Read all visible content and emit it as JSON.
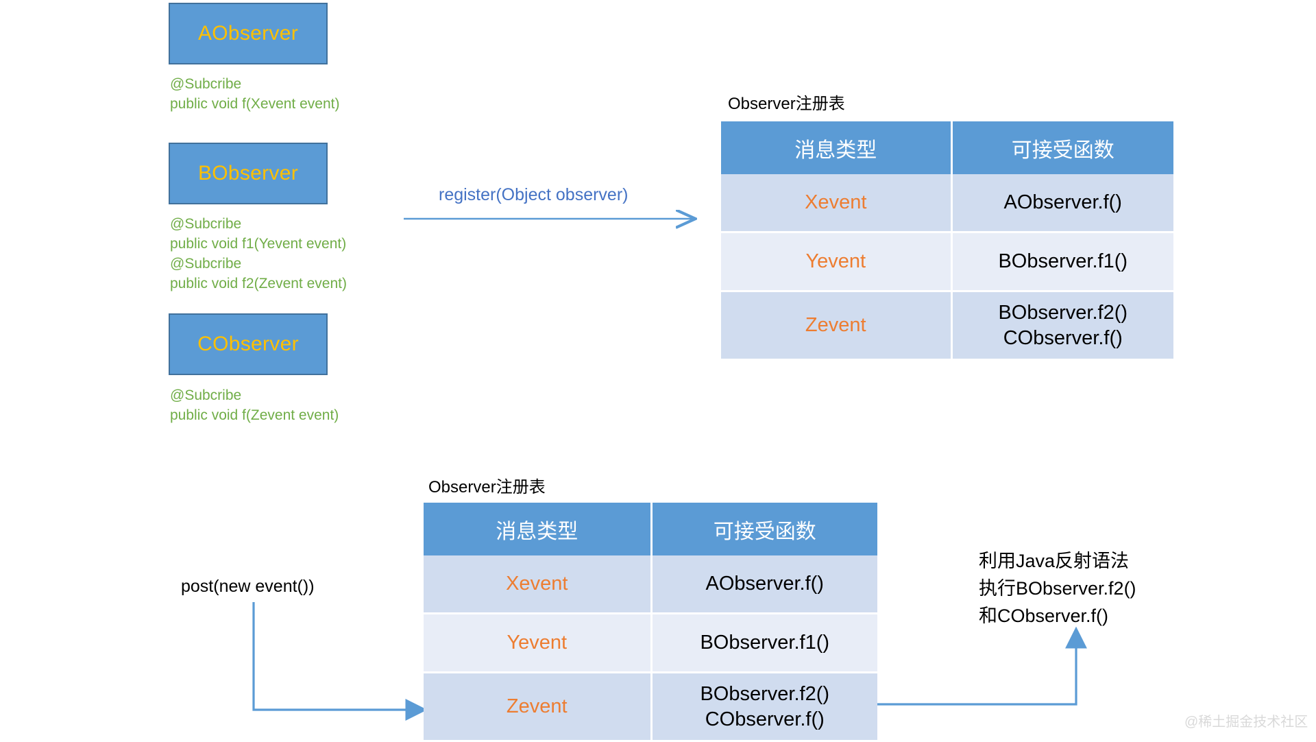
{
  "observers": [
    {
      "name": "AObserver",
      "code": "@Subcribe\npublic void f(Xevent event)"
    },
    {
      "name": "BObserver",
      "code": "@Subcribe\npublic void f1(Yevent event)\n@Subcribe\npublic void f2(Zevent event)"
    },
    {
      "name": "CObserver",
      "code": "@Subcribe\npublic void f(Zevent event)"
    }
  ],
  "arrows": {
    "register_label": "register(Object observer)",
    "post_label": "post(new event())"
  },
  "top_table": {
    "title": "Observer注册表",
    "headers": [
      "消息类型",
      "可接受函数"
    ],
    "rows": [
      {
        "event": "Xevent",
        "functions": "AObserver.f()"
      },
      {
        "event": "Yevent",
        "functions": "BObserver.f1()"
      },
      {
        "event": "Zevent",
        "functions": "BObserver.f2()\nCObserver.f()"
      }
    ]
  },
  "bottom_table": {
    "title": "Observer注册表",
    "headers": [
      "消息类型",
      "可接受函数"
    ],
    "rows": [
      {
        "event": "Xevent",
        "functions": "AObserver.f()"
      },
      {
        "event": "Yevent",
        "functions": "BObserver.f1()"
      },
      {
        "event": "Zevent",
        "functions": "BObserver.f2()\nCObserver.f()"
      }
    ]
  },
  "annotation": {
    "text": "利用Java反射语法\n执行BObserver.f2()\n和CObserver.f()"
  },
  "watermark": {
    "text": "@稀土掘金技术社区"
  },
  "colors": {
    "box_fill": "#5B9BD5",
    "box_border": "#41719C",
    "box_text": "#FFC000",
    "code_text": "#70AD47",
    "header_fill": "#5B9BD5",
    "row_odd": "#D0DCEF",
    "row_even": "#E8EDF7",
    "event_text": "#ED7D31",
    "arrow": "#5B9BD5",
    "blue_label": "#4472C4"
  }
}
